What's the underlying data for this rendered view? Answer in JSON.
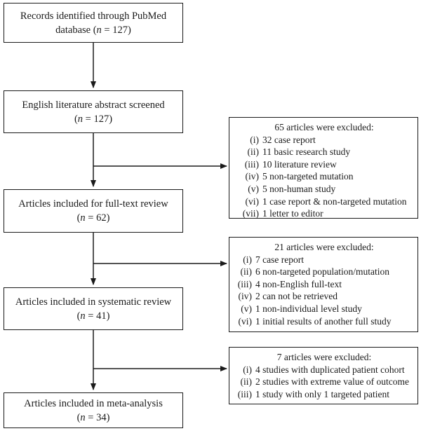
{
  "main_boxes": [
    {
      "text": "Records identified through PubMed",
      "text2": "database (",
      "n_var": "n",
      "n_rest": " = 127)"
    },
    {
      "text": "English literature abstract screened",
      "n_open": "(",
      "n_var": "n",
      "n_rest": " = 127)"
    },
    {
      "text": "Articles included for full-text review",
      "n_open": "(",
      "n_var": "n",
      "n_rest": " = 62)"
    },
    {
      "text": "Articles included in systematic review",
      "n_open": "(",
      "n_var": "n",
      "n_rest": " = 41)"
    },
    {
      "text": "Articles included in meta-analysis",
      "n_open": "(",
      "n_var": "n",
      "n_rest": " = 34)"
    }
  ],
  "exclusion_boxes": [
    {
      "title": "65 articles were excluded:",
      "items": [
        {
          "num": "(i)",
          "text": "32 case report"
        },
        {
          "num": "(ii)",
          "text": "11 basic research study"
        },
        {
          "num": "(iii)",
          "text": "10 literature review"
        },
        {
          "num": "(iv)",
          "text": "5 non-targeted mutation"
        },
        {
          "num": "(v)",
          "text": "5 non-human study"
        },
        {
          "num": "(vi)",
          "text": "1 case report & non-targeted mutation"
        },
        {
          "num": "(vii)",
          "text": "1 letter to editor"
        }
      ]
    },
    {
      "title": "21 articles were excluded:",
      "items": [
        {
          "num": "(i)",
          "text": "7 case report"
        },
        {
          "num": "(ii)",
          "text": "6 non-targeted population/mutation"
        },
        {
          "num": "(iii)",
          "text": "4 non-English full-text"
        },
        {
          "num": "(iv)",
          "text": "2 can not be retrieved"
        },
        {
          "num": "(v)",
          "text": "1 non-individual level study"
        },
        {
          "num": "(vi)",
          "text": "1 initial results of another full study"
        }
      ]
    },
    {
      "title": "7 articles were excluded:",
      "items": [
        {
          "num": "(i)",
          "text": "4 studies with duplicated patient cohort"
        },
        {
          "num": "(ii)",
          "text": "2 studies with extreme value of outcome"
        },
        {
          "num": "(iii)",
          "text": "1 study with only 1 targeted patient"
        }
      ]
    }
  ]
}
